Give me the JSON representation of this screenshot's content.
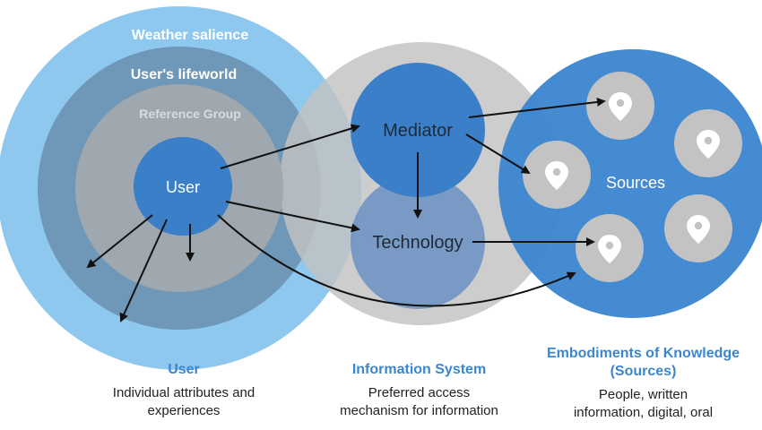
{
  "diagram": {
    "rings": {
      "weather": "Weather salience",
      "lifeworld": "User's lifeworld",
      "reference": "Reference Group",
      "user": "User"
    },
    "system": {
      "mediator": "Mediator",
      "technology": "Technology"
    },
    "sources": {
      "label": "Sources",
      "pin_icon": "location-pin-icon"
    }
  },
  "captions": {
    "user": {
      "title": "User",
      "desc": [
        "Individual attributes and",
        "experiences"
      ]
    },
    "system": {
      "title": "Information System",
      "desc": [
        "Preferred access",
        "mechanism for information"
      ]
    },
    "sources": {
      "title": [
        "Embodiments of Knowledge",
        "(Sources)"
      ],
      "desc": [
        "People, written",
        "information, digital, oral"
      ]
    }
  },
  "colors": {
    "outer_ring": "#8ec8ee",
    "lifeworld_ring": "#6e97b8",
    "reference_ring": "#9fa8ae",
    "user_core": "#3a7fc8",
    "system_outer": "#cdcdcd",
    "mediator": "#3a7fc8",
    "technology": "#6f95c3",
    "sources_bg": "#3c86cf",
    "pin_circle": "#c3c3c3",
    "caption_title": "#3a86cf"
  }
}
